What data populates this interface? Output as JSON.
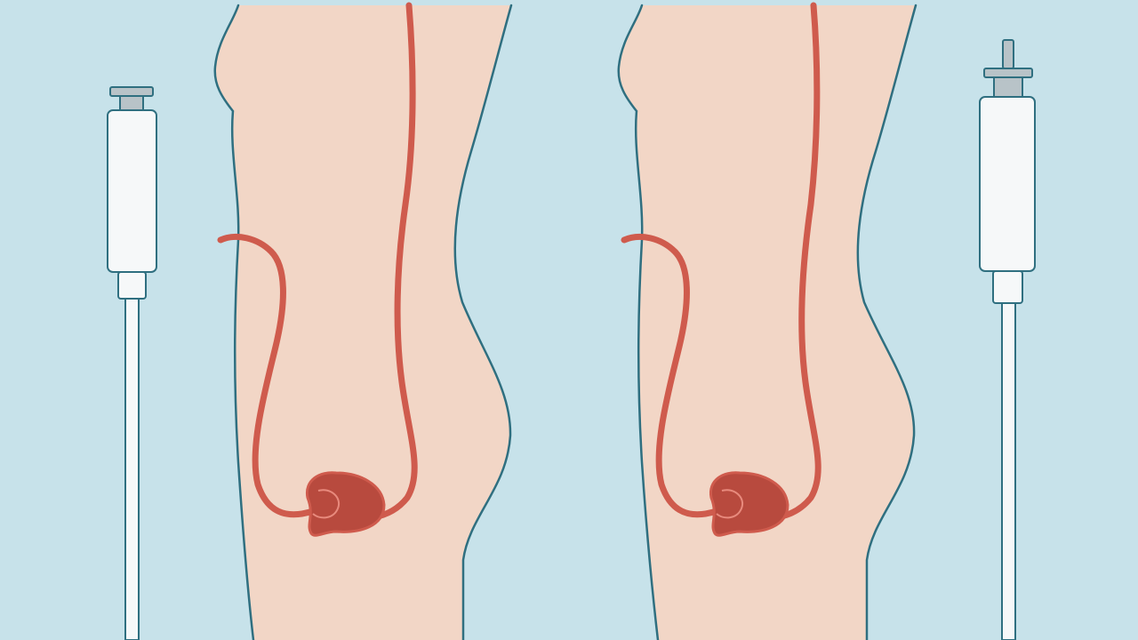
{
  "illustration": {
    "palette": {
      "background": "#c7e2ea",
      "skin": "#f2d6c6",
      "outline": "#2f6f80",
      "tube": "#cf5b4d",
      "tube_dark": "#b84a3e",
      "bag": "#f6f8f9",
      "bag_stroke": "#2f6f80",
      "cap": "#b8c3c8"
    },
    "panels": [
      {
        "name": "left-panel",
        "syringe_side": "left",
        "plunger": "short"
      },
      {
        "name": "right-panel",
        "syringe_side": "right",
        "plunger": "extended"
      }
    ]
  }
}
